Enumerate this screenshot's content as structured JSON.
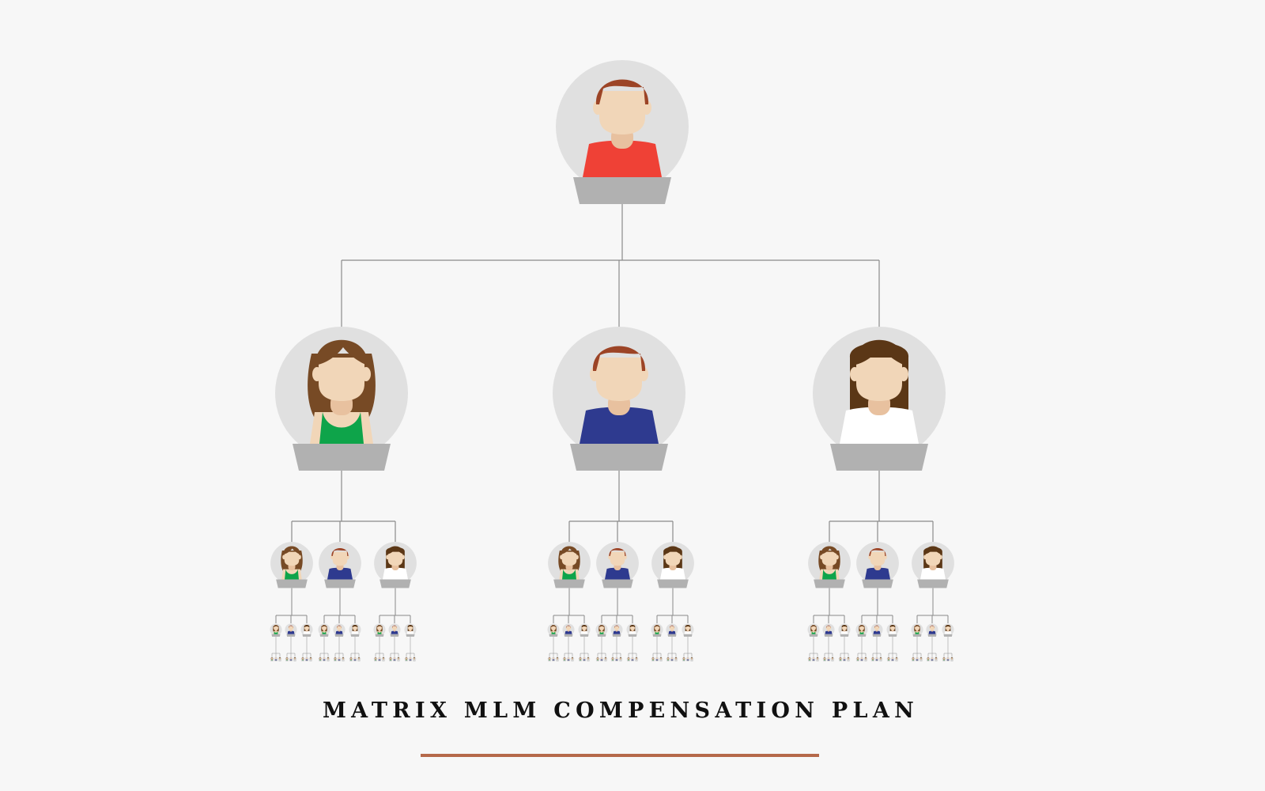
{
  "title": "MATRIX MLM COMPENSATION PLAN",
  "colors": {
    "background": "#f7f7f7",
    "circle": "#e0e0e0",
    "pedestal": "#b1b1b1",
    "connector": "#8a8a8a",
    "skin": "#f1d6b8",
    "neck": "#e8c19f",
    "hair_red": "#9c4426",
    "hair_brown": "#774a25",
    "hair_dark": "#5b3716",
    "shirt_red": "#ef4136",
    "shirt_green": "#0ea44a",
    "shirt_blue": "#2e3a8f",
    "shirt_white": "#ffffff",
    "underline": "#b5694a"
  },
  "tree": {
    "root": "male-red",
    "children_pattern": [
      "female-green",
      "male-blue",
      "female-white"
    ]
  }
}
